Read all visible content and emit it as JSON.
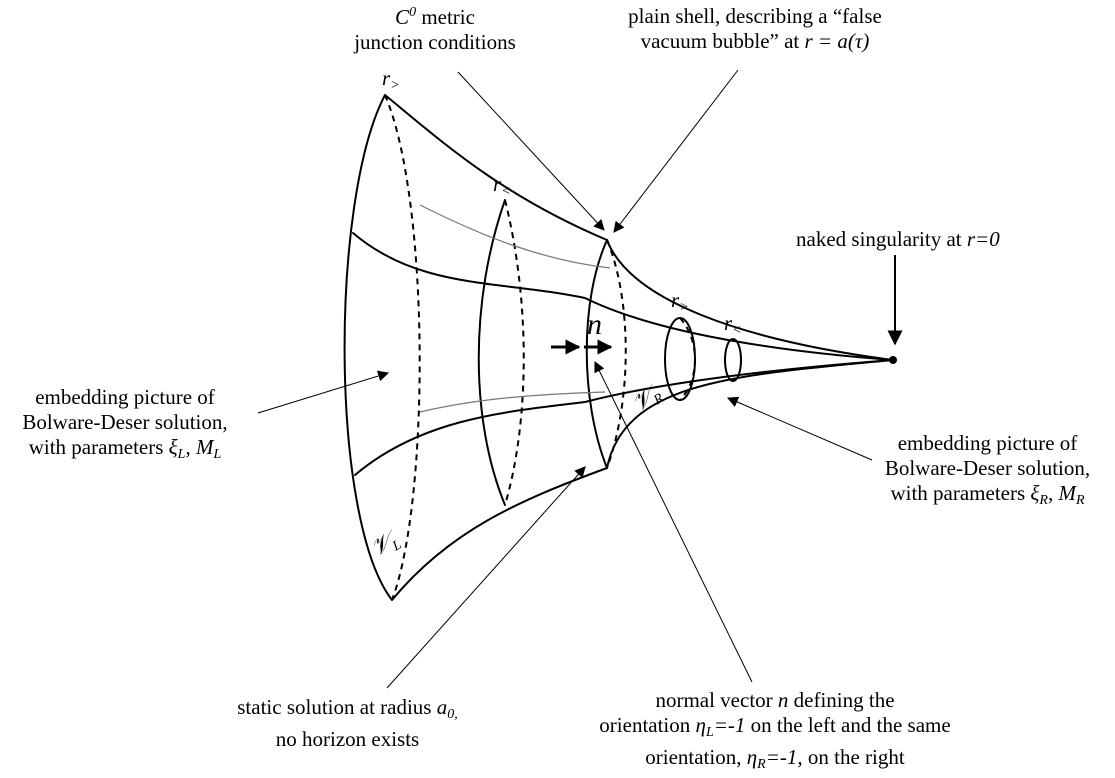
{
  "labels": {
    "c0_prefix": "C",
    "c0_sup": "0",
    "c0_rest": " metric",
    "c0_line2": "junction conditions",
    "shell_line1": "plain shell, describing a “false",
    "shell_line2a": "vacuum bubble” at ",
    "shell_line2b": "r = a(τ)",
    "naked_a": "naked singularity at ",
    "naked_b": "r=0",
    "left_line1": "embedding picture of",
    "left_line2": "Bolware-Deser solution,",
    "left_line3a": "with parameters ",
    "left_xi": "ξ",
    "left_xi_sub": "L",
    "left_m": "M",
    "left_m_sub": "L",
    "right_line1": "embedding picture of",
    "right_line2": "Bolware-Deser solution,",
    "right_line3a": "with parameters ",
    "right_xi": "ξ",
    "right_xi_sub": "R",
    "right_m": "M",
    "right_m_sub": "R",
    "static_line1a": "static solution at radius ",
    "static_a": "a",
    "static_sub": "0,",
    "static_line2": "no horizon exists",
    "normal_line1a": "normal vector ",
    "normal_n": "n",
    "normal_line1b": " defining the",
    "normal_line2a": "orientation ",
    "eta": "η",
    "eta_L": "L",
    "eta_val": "=-1",
    "normal_line2b": " on the left and the same",
    "normal_line3a": "orientation, ",
    "eta_R": "R",
    "normal_line3b": "=-1,",
    "normal_line3c": " on the right",
    "r_gt": "r",
    "gt_sub": ">",
    "r_lt": "r",
    "lt_sub": "<",
    "n_vec": "n",
    "V_L": "𝒱",
    "V_L_sub": "L",
    "V_R": "𝒱",
    "V_R_sub": "R"
  }
}
